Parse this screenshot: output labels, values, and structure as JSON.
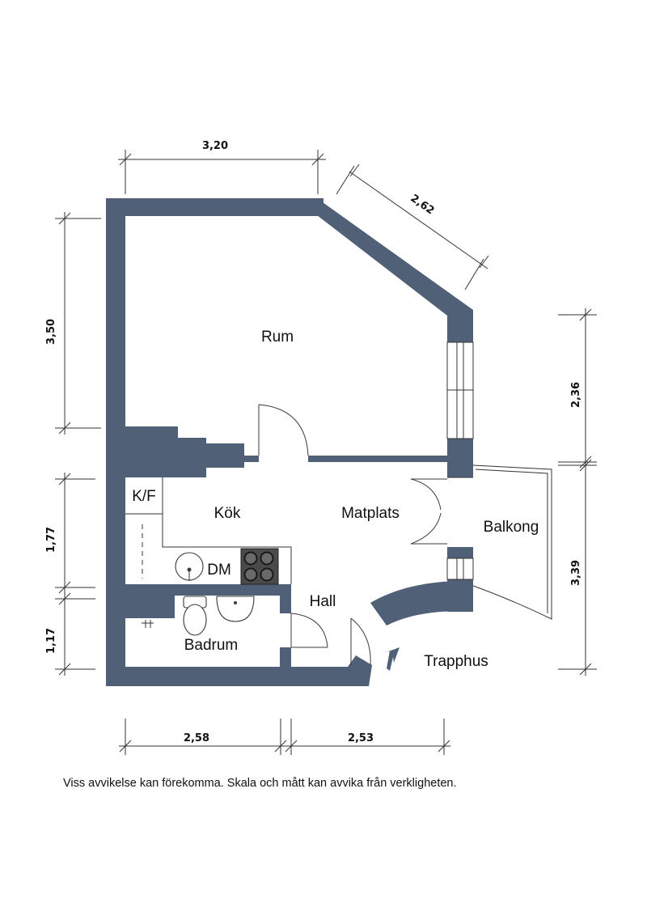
{
  "colors": {
    "wall": "#4f6077",
    "ink": "#111111",
    "line": "#333333"
  },
  "rooms": {
    "rum": "Rum",
    "kf": "K/F",
    "kok": "Kök",
    "matplats": "Matplats",
    "balkong": "Balkong",
    "dm": "DM",
    "hall": "Hall",
    "badrum": "Badrum",
    "trapphus": "Trapphus"
  },
  "dimensions": {
    "top": "3,20",
    "diagonal": "2,62",
    "left_upper": "3,50",
    "left_middle": "1,77",
    "left_lower": "1,17",
    "right_upper": "2,36",
    "right_lower": "3,39",
    "bottom_left": "2,58",
    "bottom_right": "2,53"
  },
  "icons": {
    "stove": "stove-icon",
    "dishwasher": "dishwasher-icon",
    "toilet": "toilet-icon",
    "sink": "sink-icon",
    "entrance_arrow": "entrance-arrow-icon"
  },
  "disclaimer": "Viss avvikelse kan förekomma. Skala och mått kan avvika från verkligheten."
}
